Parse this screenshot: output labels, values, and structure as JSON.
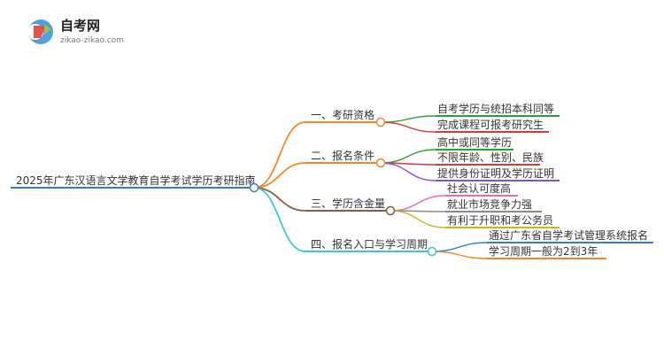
{
  "logo": {
    "title": "自考网",
    "subtitle": "zikao-zikao.com"
  },
  "root": {
    "label": "2025年广东汉语言文学教育自学考试学历考研指南",
    "color": "#3a7bc8"
  },
  "branches": [
    {
      "label": "一、考研资格",
      "color": "#f0882a",
      "children": [
        {
          "label": "自考学历与统招本科同等",
          "color": "#2f9e3a"
        },
        {
          "label": "完成课程可报考研究生",
          "color": "#d63a3a"
        }
      ]
    },
    {
      "label": "二、报名条件",
      "color": "#f0882a",
      "children": [
        {
          "label": "高中或同等学历",
          "color": "#2f9e3a"
        },
        {
          "label": "不限年龄、性别、民族",
          "color": "#d63a3a"
        },
        {
          "label": "提供身份证明及学历证明",
          "color": "#8a4fd1"
        }
      ]
    },
    {
      "label": "三、学历含金量",
      "color": "#8a5a44",
      "children": [
        {
          "label": "社会认可度高",
          "color": "#e06cc2"
        },
        {
          "label": "就业市场竞争力强",
          "color": "#8a8a8a"
        },
        {
          "label": "有利于升职和考公务员",
          "color": "#c7b62a"
        }
      ]
    },
    {
      "label": "四、报名入口与学习周期",
      "color": "#3cc7d3",
      "children": [
        {
          "label": "通过广东省自学考试管理系统报名",
          "color": "#3a7bc8"
        },
        {
          "label": "学习周期一般为2到3年",
          "color": "#f0882a"
        }
      ]
    }
  ]
}
